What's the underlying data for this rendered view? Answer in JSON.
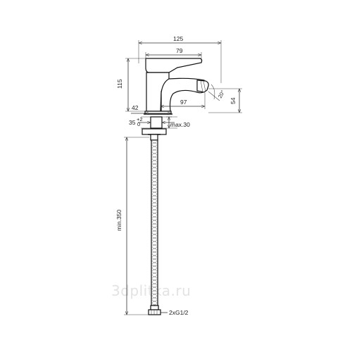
{
  "drawing": {
    "dimensions": {
      "overall_width": "125",
      "lever_width": "79",
      "body_height": "115",
      "spout_reach": "97",
      "base_diameter": "42",
      "outlet_angle": "20°",
      "outlet_height": "54",
      "hole_diameter": "35",
      "hole_tolerance_plus": "+2",
      "hole_tolerance_minus": "0",
      "deck_thickness": "max.30",
      "hose_length": "min.350",
      "hose_connection": "2xG1/2"
    },
    "watermark": "3dplitka.ru"
  }
}
